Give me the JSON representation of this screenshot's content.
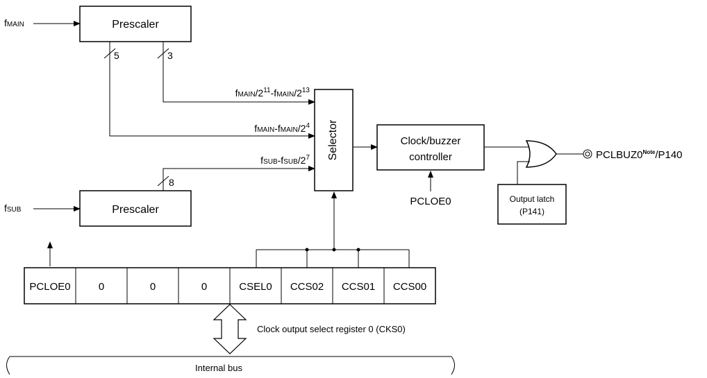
{
  "inputs": {
    "fmain": {
      "f": "f",
      "sub": "MAIN"
    },
    "fsub": {
      "f": "f",
      "sub": "SUB"
    }
  },
  "blocks": {
    "prescaler_top": "Prescaler",
    "prescaler_bottom": "Prescaler",
    "selector": "Selector",
    "controller_line1": "Clock/buzzer",
    "controller_line2": "controller",
    "output_latch_line1": "Output latch",
    "output_latch_line2": "(P141)"
  },
  "bus_widths": {
    "w1": "5",
    "w2": "3",
    "w3": "8"
  },
  "signals": {
    "sig1": {
      "f1": "f",
      "s1": "MAIN",
      "m1": "/2",
      "e1": "11",
      "dash": "-",
      "f2": "f",
      "s2": "MAIN",
      "m2": "/2",
      "e2": "13"
    },
    "sig2": {
      "f1": "f",
      "s1": "MAIN",
      "dash": "-",
      "f2": "f",
      "s2": "MAIN",
      "m2": "/2",
      "e2": "4"
    },
    "sig3": {
      "f1": "f",
      "s1": "SUB",
      "dash": "-",
      "f2": "f",
      "s2": "SUB",
      "m2": "/2",
      "e2": "7"
    }
  },
  "pclo_label": "PCLOE0",
  "output": {
    "name": "PCLBUZ0",
    "note": "Note",
    "pin": "/P140"
  },
  "register": {
    "bits": [
      "PCLOE0",
      "0",
      "0",
      "0",
      "CSEL0",
      "CCS02",
      "CCS01",
      "CCS00"
    ],
    "label": "Clock output select register 0 (CKS0)"
  },
  "bus_label": "Internal bus"
}
